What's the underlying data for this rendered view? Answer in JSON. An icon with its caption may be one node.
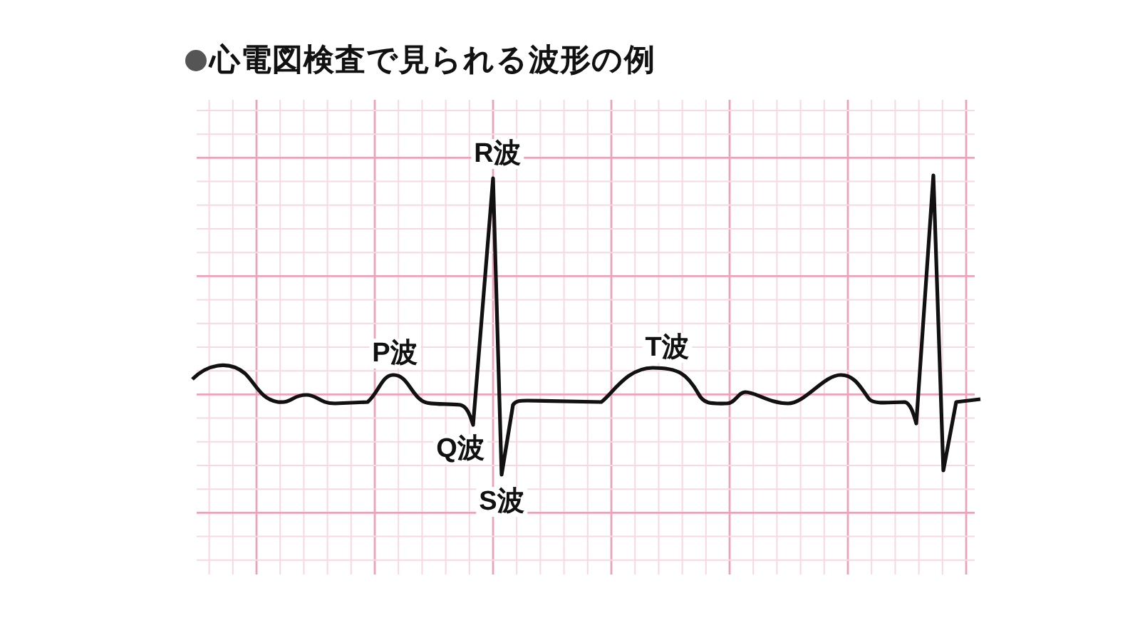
{
  "diagram": {
    "title": "心電図検査で見られる波形の例",
    "labels": [
      "R波",
      "P波",
      "T波",
      "Q波",
      "S波"
    ]
  }
}
